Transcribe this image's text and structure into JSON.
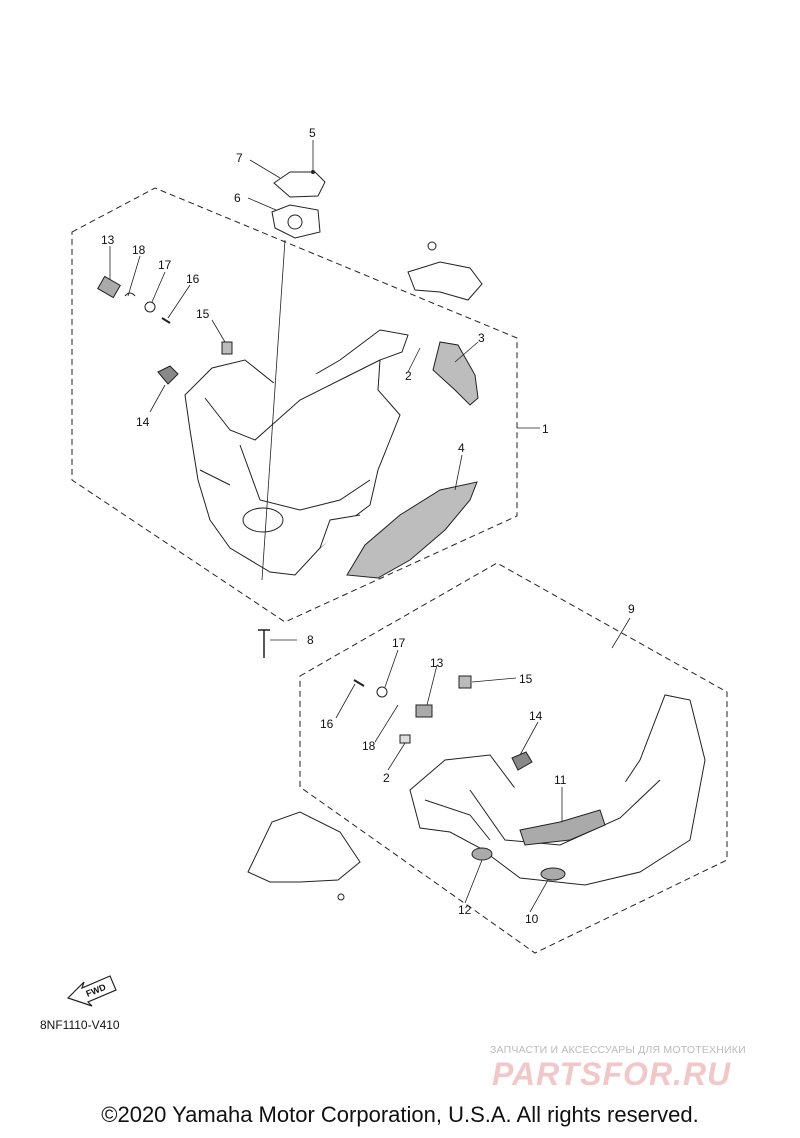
{
  "diagram": {
    "callouts": {
      "c1": "1",
      "c2a": "2",
      "c3": "3",
      "c4": "4",
      "c5": "5",
      "c6": "6",
      "c7": "7",
      "c8": "8",
      "c9": "9",
      "c10": "10",
      "c11": "11",
      "c12": "12",
      "c13a": "13",
      "c14a": "14",
      "c15a": "15",
      "c16a": "16",
      "c17a": "17",
      "c18a": "18",
      "c13b": "13",
      "c14b": "14",
      "c15b": "15",
      "c16b": "16",
      "c17b": "17",
      "c18b": "18",
      "c2b": "2"
    },
    "fwd_label": "FWD"
  },
  "diagram_code": "8NF1110-V410",
  "watermark": {
    "tagline": "ЗАПЧАСТИ И АКСЕССУАРЫ ДЛЯ МОТОТЕХНИКИ",
    "brand": "PARTSFOR.RU"
  },
  "copyright": "©2020 Yamaha Motor Corporation, U.S.A. All rights reserved."
}
